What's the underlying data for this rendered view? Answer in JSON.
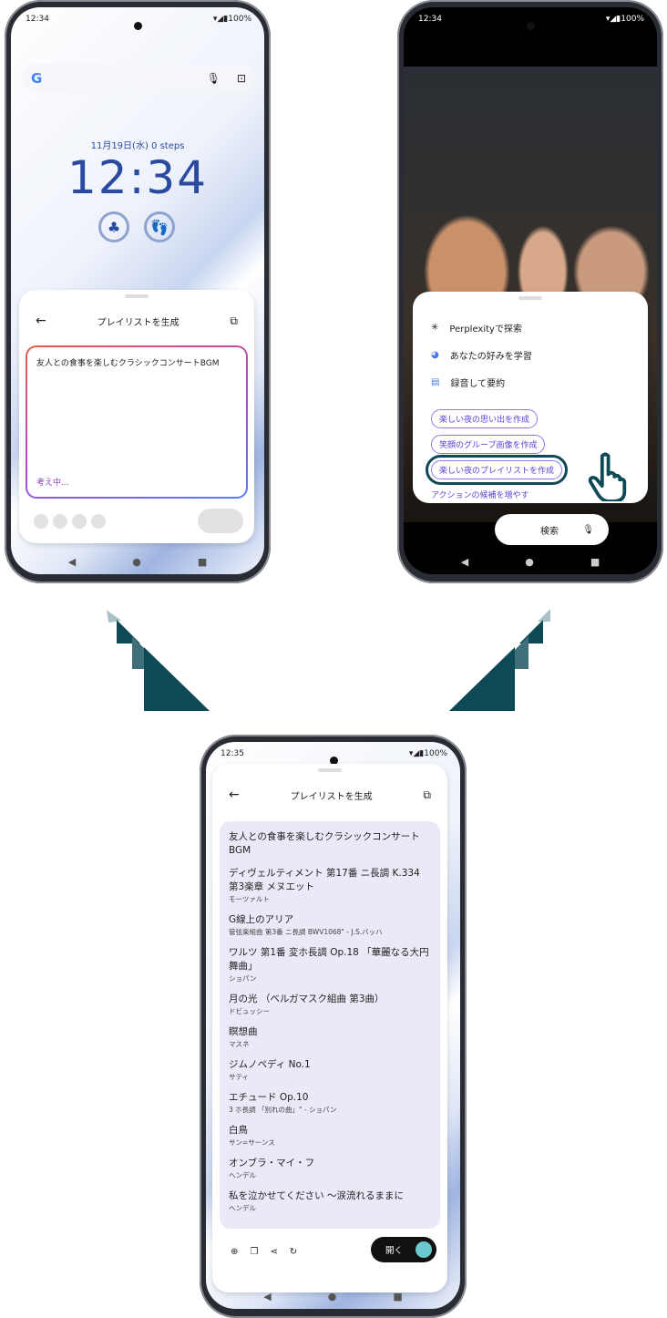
{
  "phone1": {
    "time": "12:34",
    "battery": "100%",
    "date": "11月19日(水)  0 steps",
    "clock": "12:34",
    "panel": {
      "title": "プレイリストを生成",
      "prompt": "友人との食事を楽しむクラシックコンサートBGM",
      "status": "考え中..."
    }
  },
  "phone2": {
    "time": "12:34",
    "battery": "100%",
    "menu": [
      {
        "icon": "perplexity-icon",
        "label": "Perplexityで探索"
      },
      {
        "icon": "learn-icon",
        "label": "あなたの好みを学習"
      },
      {
        "icon": "record-summary-icon",
        "label": "録音して要約"
      }
    ],
    "chips": [
      "楽しい夜の思い出を作成",
      "笑顔のグループ画像を作成",
      "楽しい夜のプレイリストを作成"
    ],
    "more_link": "アクションの候補を増やす",
    "search_partial": "検索"
  },
  "phone3": {
    "time": "12:35",
    "battery": "100%",
    "title": "プレイリストを生成",
    "prompt": "友人との食事を楽しむクラシックコンサートBGM",
    "songs": [
      {
        "title": "ディヴェルティメント 第17番 ニ長調 K.334 第3楽章 メヌエット",
        "artist": "モーツァルト"
      },
      {
        "title": "G線上のアリア",
        "artist": "管弦楽組曲 第3番 ニ長調 BWV1068\" - J.S.バッハ"
      },
      {
        "title": "ワルツ 第1番 変ホ長調 Op.18 「華麗なる大円舞曲」",
        "artist": "ショパン"
      },
      {
        "title": "月の光 （ベルガマスク組曲 第3曲）",
        "artist": "ドビュッシー"
      },
      {
        "title": "瞑想曲",
        "artist": "マスネ"
      },
      {
        "title": "ジムノペディ No.1",
        "artist": "サティ"
      },
      {
        "title": "エチュード Op.10",
        "artist": "3 ホ長調 「別れの曲」\" - ショパン"
      },
      {
        "title": "白鳥",
        "artist": "サン=サーンス"
      },
      {
        "title": "オンブラ・マイ・フ",
        "artist": "ヘンデル"
      },
      {
        "title": "私を泣かせてください 〜涙流れるままに",
        "artist": "ヘンデル"
      }
    ],
    "open_label": "開く"
  },
  "colors": {
    "accent": "#0d4a55",
    "chip": "#5a46d6",
    "clock": "#2a4aa0"
  }
}
